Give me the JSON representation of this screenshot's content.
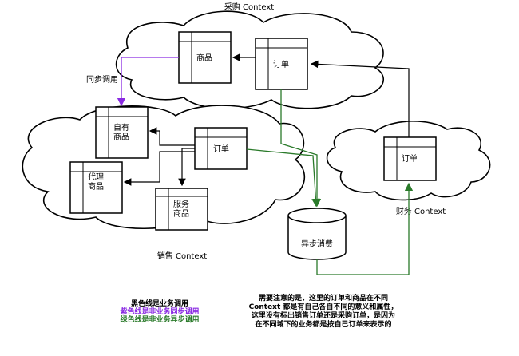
{
  "contexts": {
    "purchase": "采购 Context",
    "sales": "销售 Context",
    "finance": "财务 Context"
  },
  "entities": {
    "purchase_goods": "商品",
    "purchase_order": "订单",
    "own_goods": "自有\n商品",
    "agent_goods": "代理\n商品",
    "service_goods": "服务\n商品",
    "sales_order": "订单",
    "finance_order": "订单"
  },
  "edge_labels": {
    "sync_call": "同步调用"
  },
  "queue": {
    "label": "异步消费"
  },
  "legend": {
    "black": "黑色线是业务调用",
    "purple": "紫色线是非业务同步调用",
    "green": "绿色线是非业务异步调用"
  },
  "note": [
    "需要注意的是，这里的订单和商品在不同",
    "Context 都是有自己各自不同的意义和属性，",
    "这里没有标出销售订单还是采购订单，是因为",
    "在不同域下的业务都是按自己订单来表示的"
  ],
  "colors": {
    "black_line": "#000000",
    "purple_line": "#8a2be2",
    "green_line": "#2a7a2a"
  }
}
